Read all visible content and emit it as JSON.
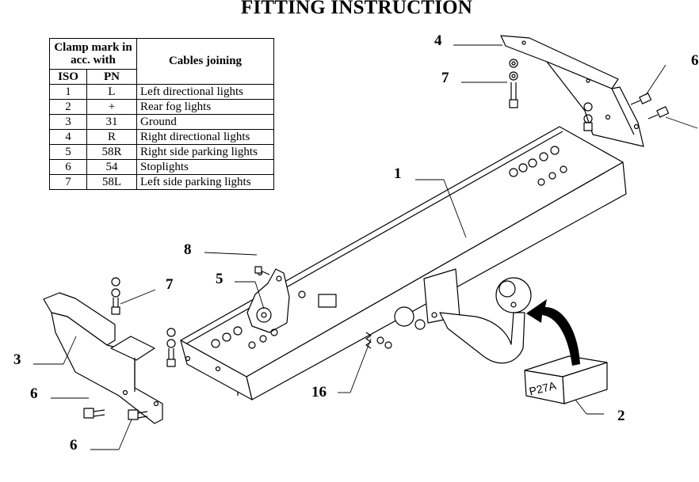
{
  "title": "FITTING INSTRUCTION",
  "table": {
    "header_clamp": "Clamp mark in acc. with",
    "header_cables": "Cables joining",
    "col_iso": "ISO",
    "col_pn": "PN",
    "rows": [
      {
        "iso": "1",
        "pn": "L",
        "desc": "Left directional lights"
      },
      {
        "iso": "2",
        "pn": "+",
        "desc": "Rear fog lights"
      },
      {
        "iso": "3",
        "pn": "31",
        "desc": "Ground"
      },
      {
        "iso": "4",
        "pn": "R",
        "desc": "Right directional lights"
      },
      {
        "iso": "5",
        "pn": "58R",
        "desc": "Right side parking lights"
      },
      {
        "iso": "6",
        "pn": "54",
        "desc": "Stoplights"
      },
      {
        "iso": "7",
        "pn": "58L",
        "desc": "Left side parking lights"
      }
    ]
  },
  "callouts": {
    "c1": "1",
    "c2": "2",
    "c3": "3",
    "c4": "4",
    "c5": "5",
    "c6a": "6",
    "c6b": "6",
    "c6c": "6",
    "c7a": "7",
    "c7b": "7",
    "c8": "8",
    "c16": "16"
  },
  "box_label": "P27A"
}
